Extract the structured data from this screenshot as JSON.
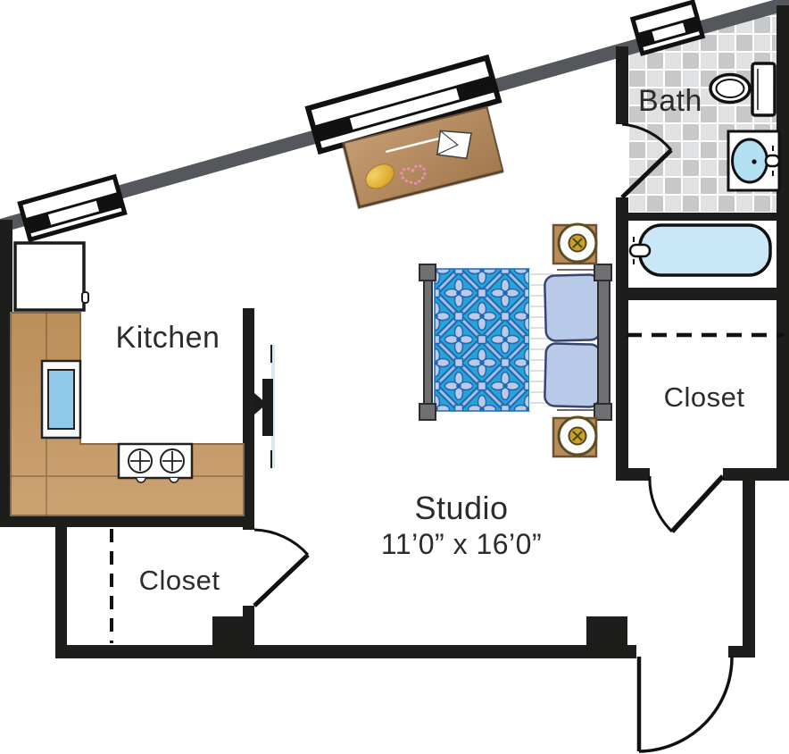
{
  "plan": {
    "name": "Studio",
    "dimensions": "11’0” x 16’0”",
    "rooms": {
      "kitchen": "Kitchen",
      "bath": "Bath",
      "closet_right": "Closet",
      "closet_left": "Closet"
    },
    "fixtures": [
      "window",
      "refrigerator",
      "kitchen-sink",
      "stove",
      "wall-mounted-tv",
      "desk",
      "bed",
      "pillow",
      "nightstand",
      "table-lamp",
      "toilet",
      "vanity-sink",
      "bathtub",
      "door-swing",
      "closet-dashed-line"
    ],
    "colors": {
      "interior_wall": "#1d1d1b",
      "exterior_wall": "#54575b",
      "counter": "#c49a6a",
      "desk": "#b28356",
      "sink_water": "#8fc8e8",
      "tub": "#c9e7f7",
      "basin": "#b3dff2",
      "blanket": "#2aa3d8",
      "blanket_accent": "#bdc9e7",
      "blanket_line": "#1a6ab5",
      "pillow": "#b9c9e8",
      "tile_dark": "#c7c8ca",
      "tile_light": "#e2e3e5",
      "lamp_gold": "#c9a22c",
      "tv_screen": "#d6e9f3",
      "label_text": "#2c2c2c"
    }
  }
}
